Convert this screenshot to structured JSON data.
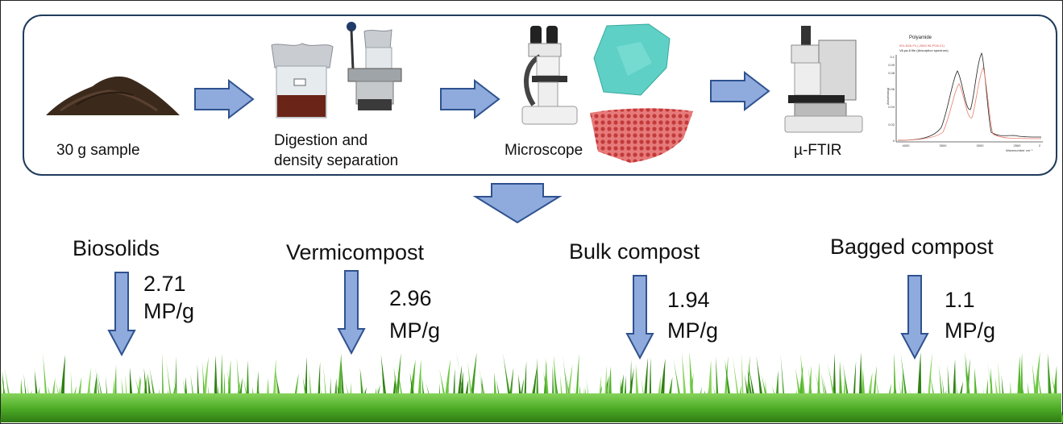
{
  "workflow": {
    "steps": [
      {
        "label": "30 g sample"
      },
      {
        "label_line1": "Digestion and",
        "label_line2": "density separation"
      },
      {
        "label": "Microscope"
      },
      {
        "label": "µ-FTIR"
      }
    ],
    "spectrum": {
      "title": "Polyamide",
      "legend_red": "001-B2b-F4 (-2852.96-PO6-21)",
      "legend_black": "VA pa-6 file (Absorption spectrum)",
      "ylabel": "Absorbance",
      "xlabel": "Wavenumber cm⁻¹",
      "xticks": [
        "4000",
        "3500",
        "3000",
        "2500",
        "2"
      ],
      "yticks": [
        "0.1",
        "0.09",
        "0.08",
        "0.06",
        "0.04",
        "0.02",
        "0"
      ]
    },
    "colors": {
      "arrow_fill": "#8faadc",
      "arrow_stroke": "#2f528f",
      "panel_border": "#1f3c5c",
      "grass": "#3f9a1e"
    }
  },
  "results": [
    {
      "name": "Biosolids",
      "value": "2.71",
      "unit": "MP/g"
    },
    {
      "name": "Vermicompost",
      "value": "2.96",
      "unit": "MP/g"
    },
    {
      "name": "Bulk compost",
      "value": "1.94",
      "unit": "MP/g"
    },
    {
      "name": "Bagged compost",
      "value": "1.1",
      "unit": "MP/g"
    }
  ]
}
